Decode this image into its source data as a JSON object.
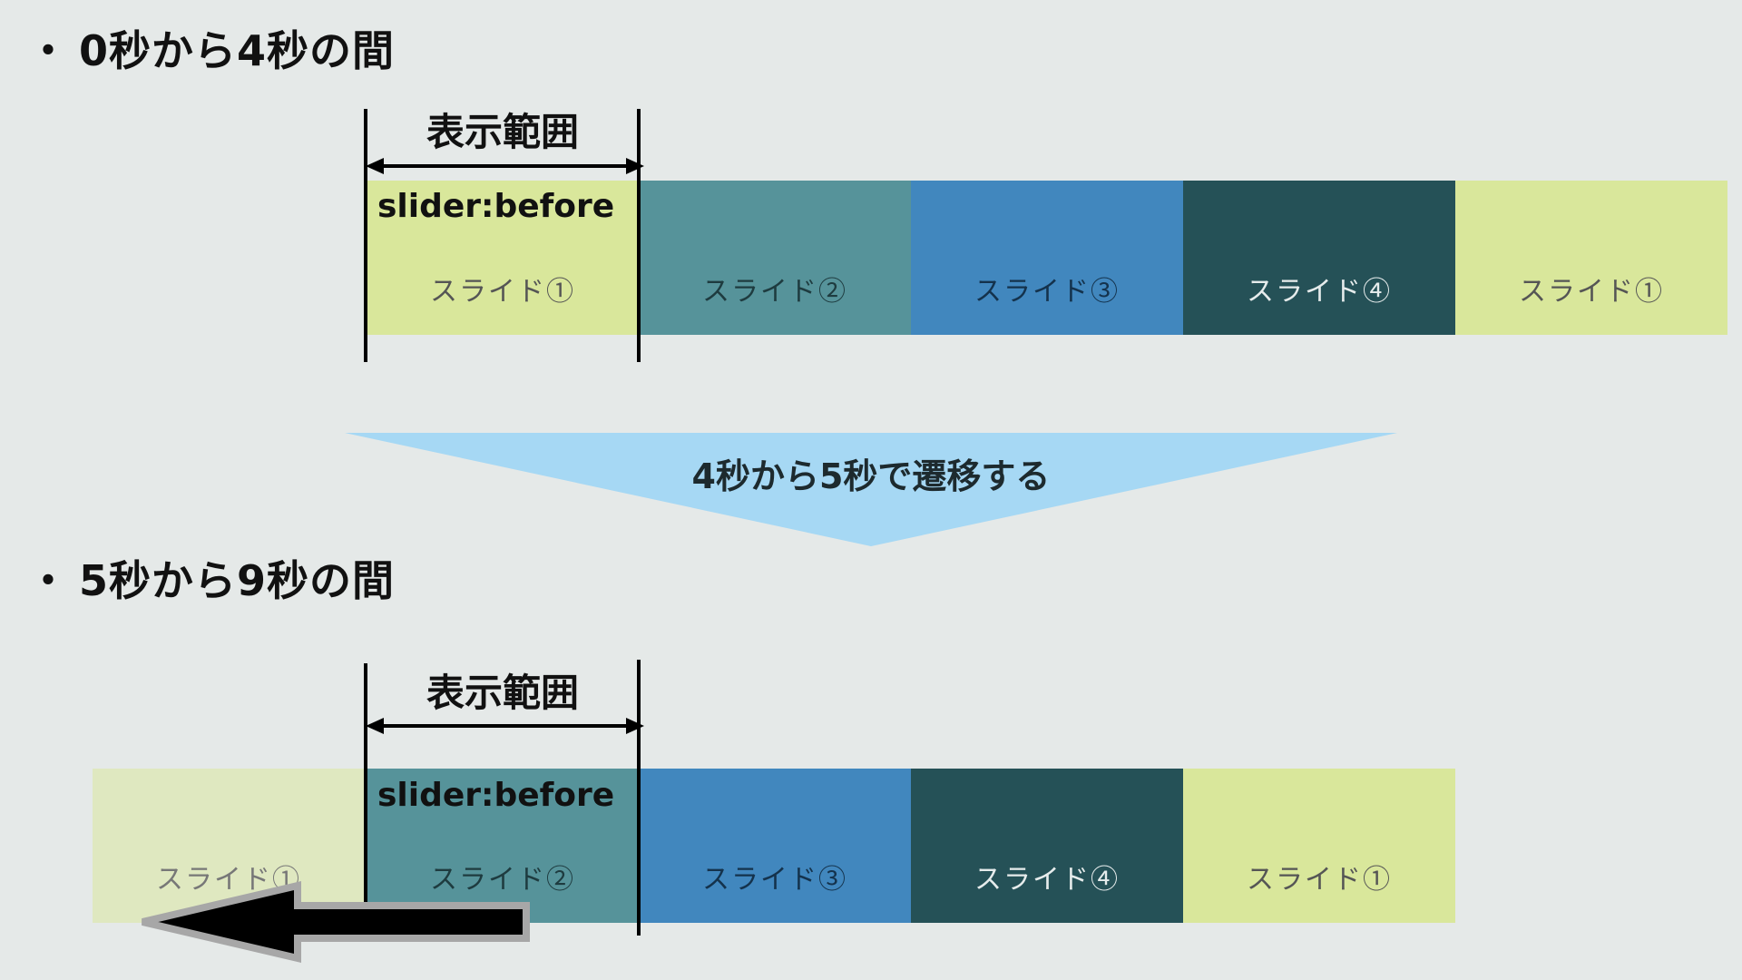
{
  "section1": {
    "bullet": "・",
    "heading": "0秒から4秒の間",
    "range_label": "表示範囲",
    "before_label": "slider:before",
    "slides": [
      "スライド①",
      "スライド②",
      "スライド③",
      "スライド④",
      "スライド①"
    ]
  },
  "transition": {
    "label": "4秒から5秒で遷移する",
    "color": "#a6d8f4"
  },
  "section2": {
    "bullet": "・",
    "heading": "5秒から9秒の間",
    "range_label": "表示範囲",
    "before_label": "slider:before",
    "slides": [
      "スライド①",
      "スライド②",
      "スライド③",
      "スライド④",
      "スライド①"
    ]
  },
  "colors": {
    "slide1": "#d9e79b",
    "slide2": "#56939a",
    "slide3": "#4187be",
    "slide4": "#255157",
    "background": "#e5e9e8"
  },
  "icons": {
    "move_direction": "left-arrow-icon"
  }
}
